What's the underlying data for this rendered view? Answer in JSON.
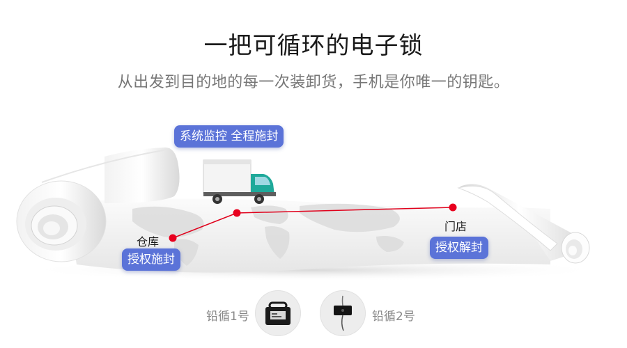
{
  "header": {
    "title": "一把可循环的电子锁",
    "subtitle": "从出发到目的地的每一次装卸货，手机是你唯一的钥匙。"
  },
  "badges": {
    "monitoring": "系统监控 全程施封",
    "authorize_seal": "授权施封",
    "authorize_unseal": "授权解封"
  },
  "places": {
    "warehouse": "仓库",
    "store": "门店"
  },
  "seals": [
    {
      "label": "铅循1号"
    },
    {
      "label": "铅循2号"
    }
  ],
  "colors": {
    "accent_badge": "#5b73d8",
    "route_line": "#e0001b",
    "route_dot": "#e8001e",
    "truck_cab": "#1fa99a",
    "truck_box": "#f4f4f4"
  }
}
